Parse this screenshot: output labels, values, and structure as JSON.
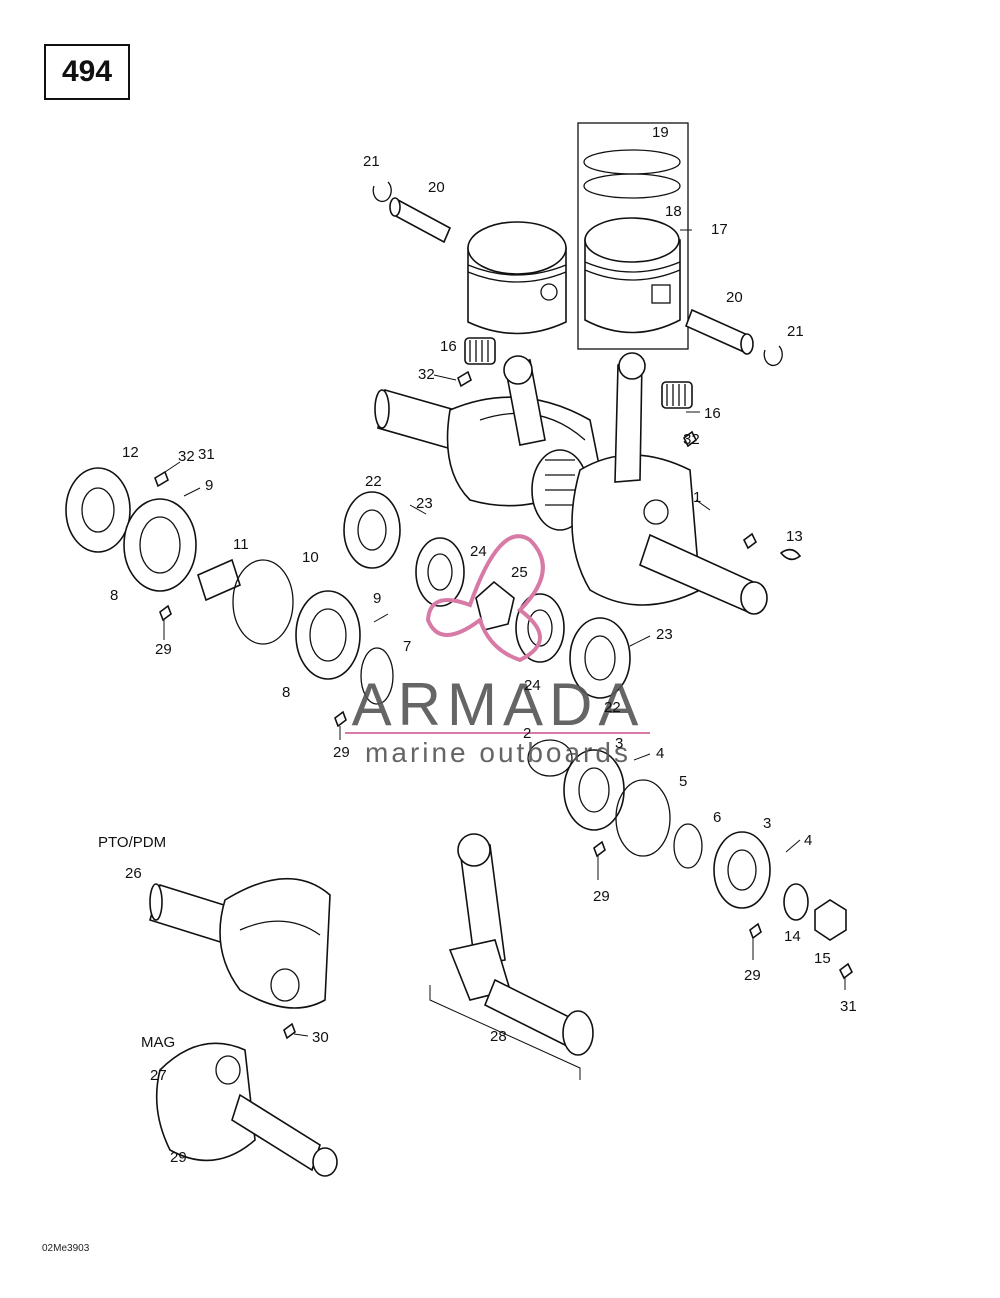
{
  "page_number": "494",
  "footer_code": "02Me3903",
  "watermark": {
    "brand": "ARMADA",
    "tagline": "marine outboards",
    "accent": "#d77aa6"
  },
  "group_labels": {
    "pto": "PTO/PDM",
    "mag": "MAG"
  },
  "callouts": [
    "1",
    "2",
    "3",
    "3",
    "4",
    "4",
    "5",
    "6",
    "7",
    "8",
    "8",
    "9",
    "9",
    "10",
    "11",
    "12",
    "13",
    "14",
    "15",
    "16",
    "16",
    "17",
    "18",
    "19",
    "20",
    "20",
    "21",
    "21",
    "22",
    "22",
    "23",
    "23",
    "24",
    "24",
    "25",
    "26",
    "27",
    "28",
    "29",
    "29",
    "29",
    "29",
    "29",
    "30",
    "31",
    "31",
    "32",
    "32",
    "32"
  ]
}
